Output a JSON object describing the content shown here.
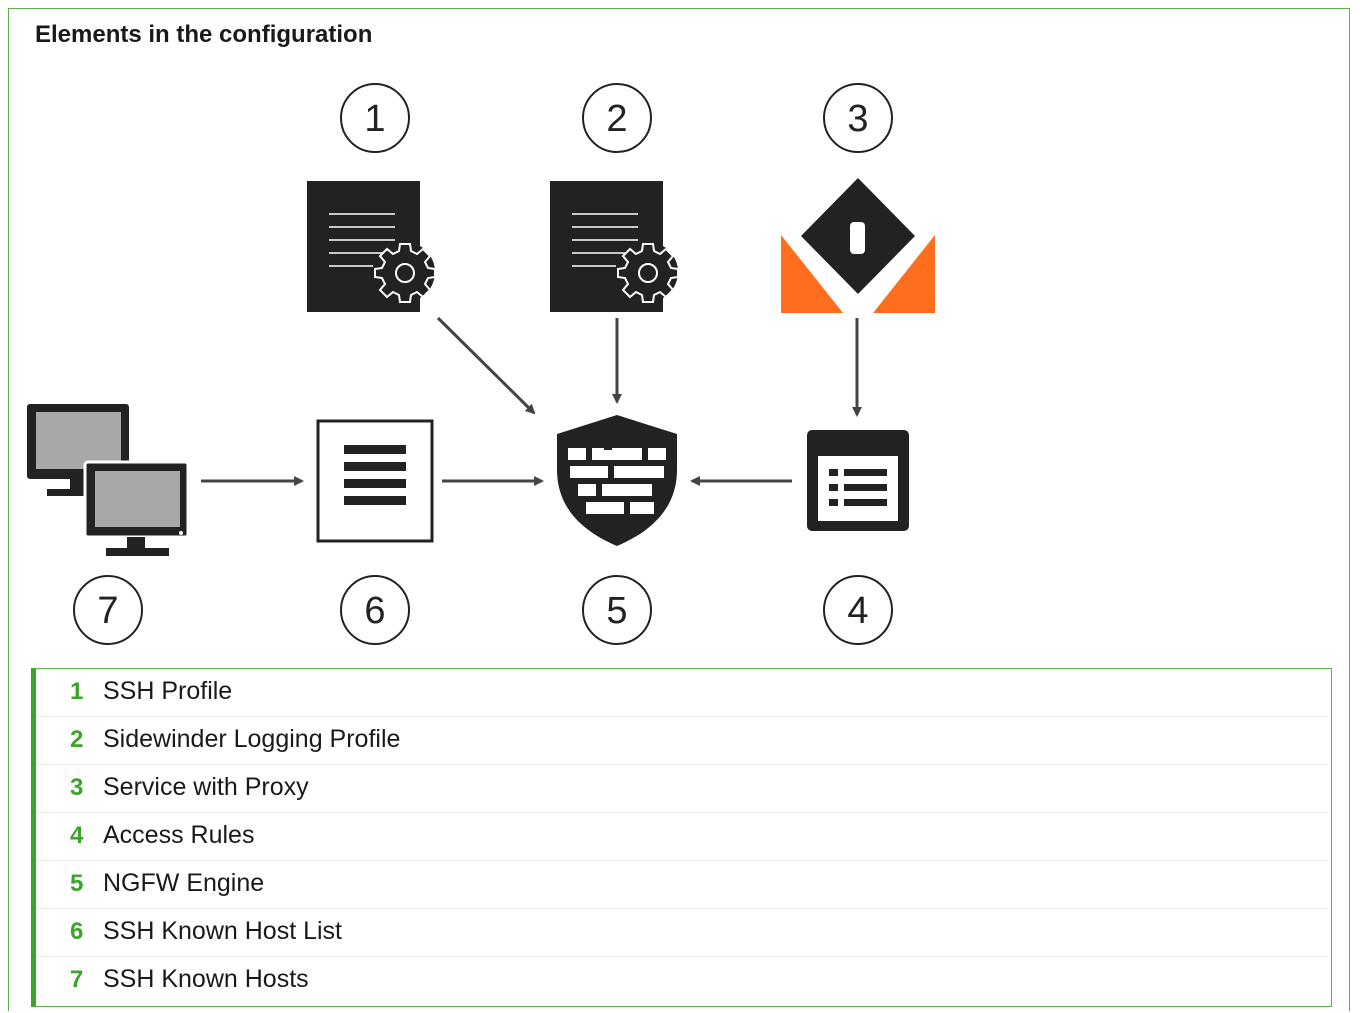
{
  "title": "Elements in the configuration",
  "colors": {
    "frame": "#5bb14a",
    "accent_green": "#3ba52b",
    "icon_dark": "#222222",
    "proxy_orange": "#ff6d1f",
    "monitor_gray": "#a8a8a8",
    "arrow": "#444444"
  },
  "diagram": {
    "nodes": [
      {
        "number": "1",
        "icon": "document-gear-icon"
      },
      {
        "number": "2",
        "icon": "document-gear-icon"
      },
      {
        "number": "3",
        "icon": "service-proxy-icon"
      },
      {
        "number": "4",
        "icon": "access-rules-icon"
      },
      {
        "number": "5",
        "icon": "firewall-shield-icon"
      },
      {
        "number": "6",
        "icon": "list-document-icon"
      },
      {
        "number": "7",
        "icon": "computers-icon"
      }
    ],
    "edges": [
      {
        "from": "1",
        "to": "5"
      },
      {
        "from": "2",
        "to": "5"
      },
      {
        "from": "3",
        "to": "4"
      },
      {
        "from": "4",
        "to": "5"
      },
      {
        "from": "6",
        "to": "5"
      },
      {
        "from": "7",
        "to": "6"
      }
    ]
  },
  "legend": [
    {
      "number": "1",
      "label": "SSH Profile"
    },
    {
      "number": "2",
      "label": "Sidewinder Logging Profile"
    },
    {
      "number": "3",
      "label": "Service with Proxy"
    },
    {
      "number": "4",
      "label": "Access Rules"
    },
    {
      "number": "5",
      "label": "NGFW Engine"
    },
    {
      "number": "6",
      "label": "SSH Known Host List"
    },
    {
      "number": "7",
      "label": "SSH Known Hosts"
    }
  ]
}
